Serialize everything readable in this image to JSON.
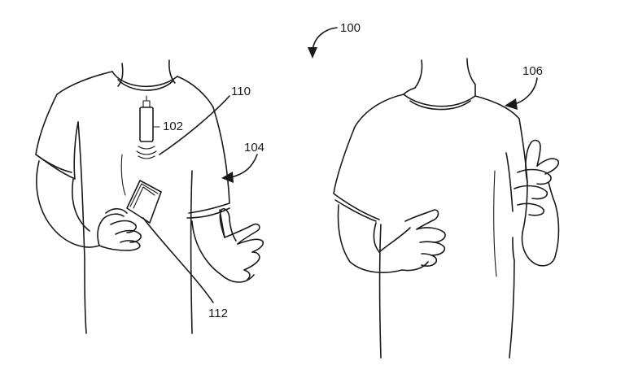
{
  "figure": {
    "colors": {
      "ink": "#1a1a1a",
      "paper": "#ffffff"
    },
    "labels": {
      "system": "100",
      "device": "102",
      "user_left": "104",
      "user_right": "106",
      "signal": "110",
      "handheld": "112"
    }
  }
}
